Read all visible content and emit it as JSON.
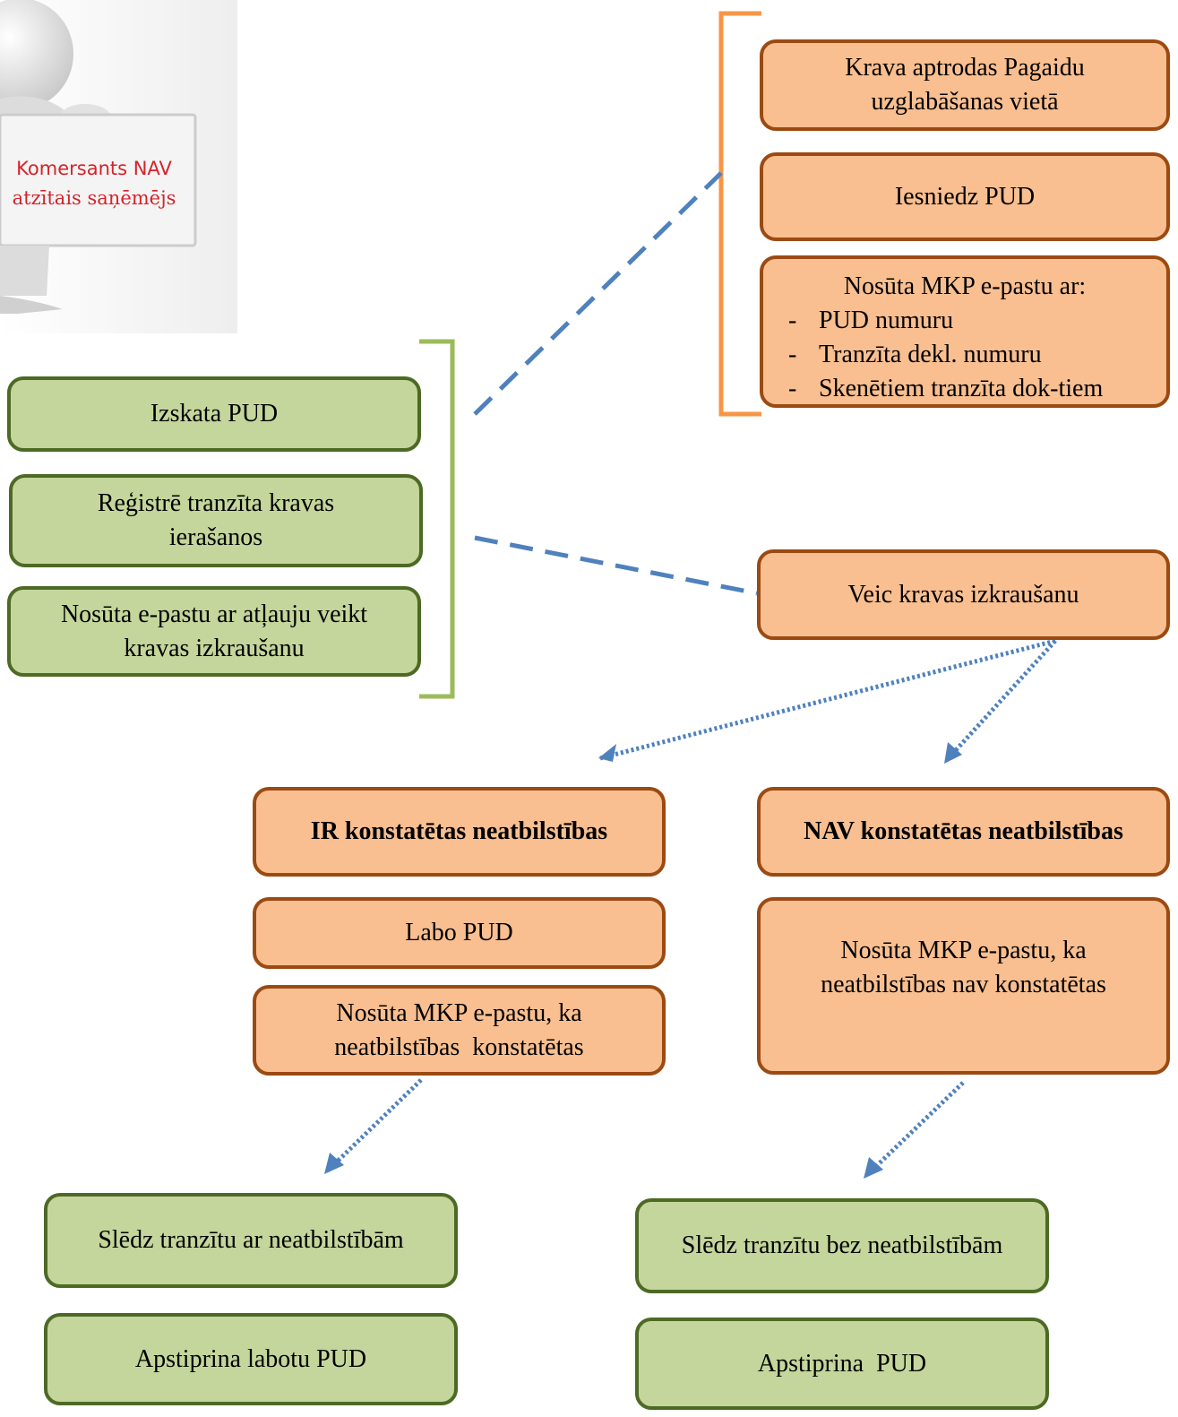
{
  "badge": {
    "line1": "Komersants NAV",
    "line2": "atzītais saņēmējs"
  },
  "orange_top": [
    {
      "text": "Krava aptrodas Pagaidu uzglabāšanas vietā"
    },
    {
      "text": "Iesniedz PUD"
    },
    {
      "title": "Nosūta MKP e-pastu ar:",
      "bullets": [
        "PUD numuru",
        "Tranzīta dekl. numuru",
        "Skenētiem tranzīta dok-tiem"
      ]
    }
  ],
  "green_left": [
    {
      "text": "Izskata PUD"
    },
    {
      "text": "Reģistrē tranzīta kravas ierašanos"
    },
    {
      "text": "Nosūta e-pastu ar atļauju veikt kravas izkraušanu"
    }
  ],
  "unload": {
    "text": "Veic kravas izkraušanu"
  },
  "branch_ir": {
    "title": "IR konstatētas neatbilstības",
    "steps": [
      "Labo PUD",
      "Nosūta MKP e-pastu, ka neatbilstības  konstatētas"
    ],
    "results": [
      "Slēdz tranzītu ar neatbilstībām",
      "Apstiprina labotu PUD"
    ]
  },
  "branch_nav": {
    "title": "NAV konstatētas neatbilstības",
    "steps": [
      "Nosūta MKP e-pastu, ka neatbilstības nav konstatētas"
    ],
    "results": [
      "Slēdz tranzītu bez neatbilstībām",
      "Apstiprina  PUD"
    ]
  },
  "colors": {
    "orange_fill": "#f9bf90",
    "orange_border": "#9b4a12",
    "green_fill": "#c4d69b",
    "green_border": "#4d6a25",
    "bracket_orange": "#f79646",
    "bracket_green": "#9bbb59",
    "arrow_blue": "#4f81bd",
    "badge_text": "#d5232a"
  }
}
